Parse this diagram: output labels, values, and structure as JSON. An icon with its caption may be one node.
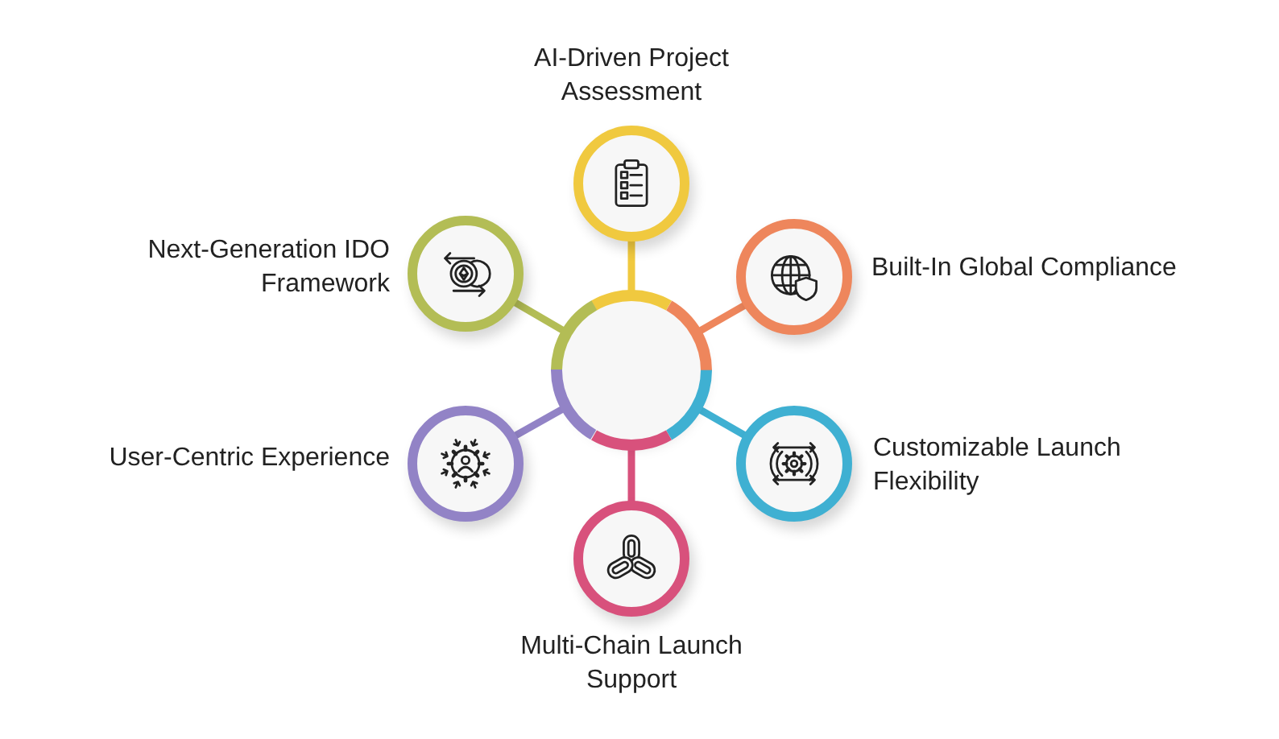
{
  "diagram": {
    "nodes": [
      {
        "text": [],
        "shape": "circle"
      },
      {
        "text": [
          "AI-Driven Project Assessment"
        ]
      },
      {
        "text": [
          "Next-Generation IDO Framework"
        ]
      },
      {
        "text": [
          "Built-In Global Compliance"
        ]
      },
      {
        "text": [
          "User-Centric Experience"
        ]
      },
      {
        "text": [
          "Customizable Launch Flexibility"
        ]
      },
      {
        "text": [
          "Multi-Chain Launch Support"
        ]
      }
    ],
    "edges": [
      {
        "from": 0,
        "to": 1,
        "arrow": "none",
        "color": "#f0c93f"
      },
      {
        "from": 0,
        "to": 2,
        "arrow": "none",
        "color": "#b3bd55"
      },
      {
        "from": 0,
        "to": 3,
        "arrow": "none",
        "color": "#ee865c"
      },
      {
        "from": 0,
        "to": 4,
        "arrow": "none",
        "color": "#9283c6"
      },
      {
        "from": 0,
        "to": 5,
        "arrow": "none",
        "color": "#3fb0d2"
      },
      {
        "from": 0,
        "to": 6,
        "arrow": "none",
        "color": "#d8517c"
      }
    ]
  }
}
